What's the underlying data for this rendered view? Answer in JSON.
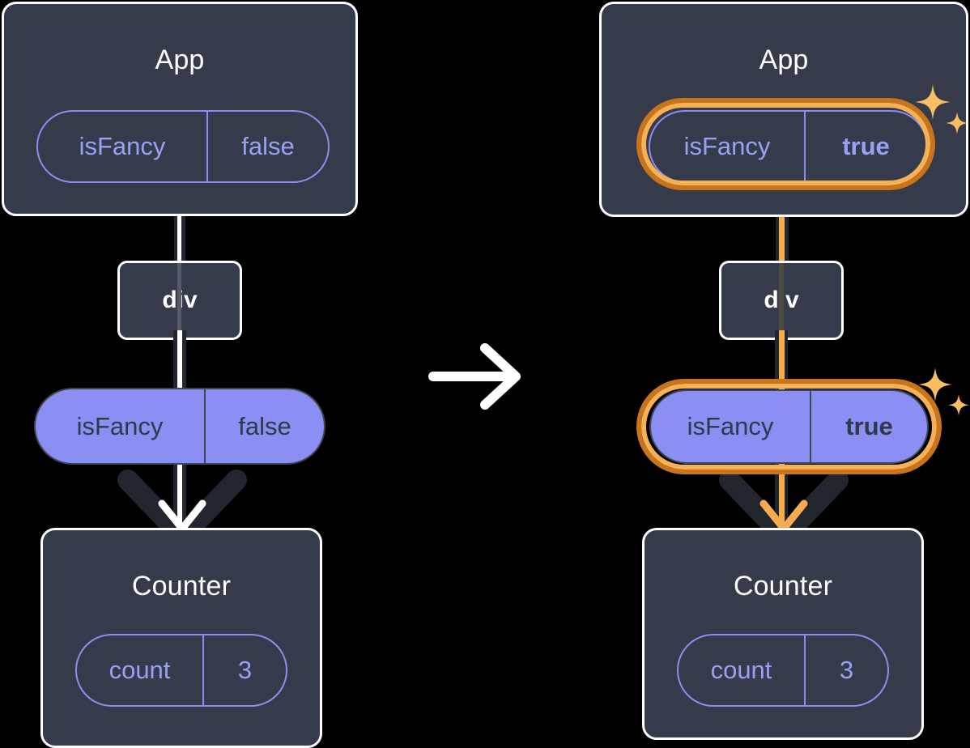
{
  "diagram": {
    "title": "React state propagation: isFancy false to true",
    "background_color": "#000000",
    "box_fill": "#353b4a",
    "box_border": "#ffffff",
    "pill_purple": "#8b8ef2",
    "pill_outline_color": "#8b8df2",
    "highlight_outer": "#c8741a",
    "highlight_inner": "#f6b055",
    "line_dark": "#21262f",
    "line_light": "#ffffff",
    "line_orange": "#f5ab4e",
    "sparkle_color": "#f9bd62"
  },
  "before": {
    "app": {
      "title": "App",
      "state": {
        "name": "isFancy",
        "value": "false"
      }
    },
    "div": {
      "label": "div"
    },
    "prop": {
      "name": "isFancy",
      "value": "false"
    },
    "counter": {
      "title": "Counter",
      "state": {
        "name": "count",
        "value": "3"
      }
    }
  },
  "transition": {
    "icon": "arrow-right-icon"
  },
  "after": {
    "app": {
      "title": "App",
      "state": {
        "name": "isFancy",
        "value": "true"
      },
      "highlighted": true,
      "sparkle": "sparkles-icon"
    },
    "div": {
      "label": "div"
    },
    "prop": {
      "name": "isFancy",
      "value": "true",
      "highlighted": true,
      "sparkle": "sparkles-icon"
    },
    "counter": {
      "title": "Counter",
      "state": {
        "name": "count",
        "value": "3"
      }
    }
  }
}
